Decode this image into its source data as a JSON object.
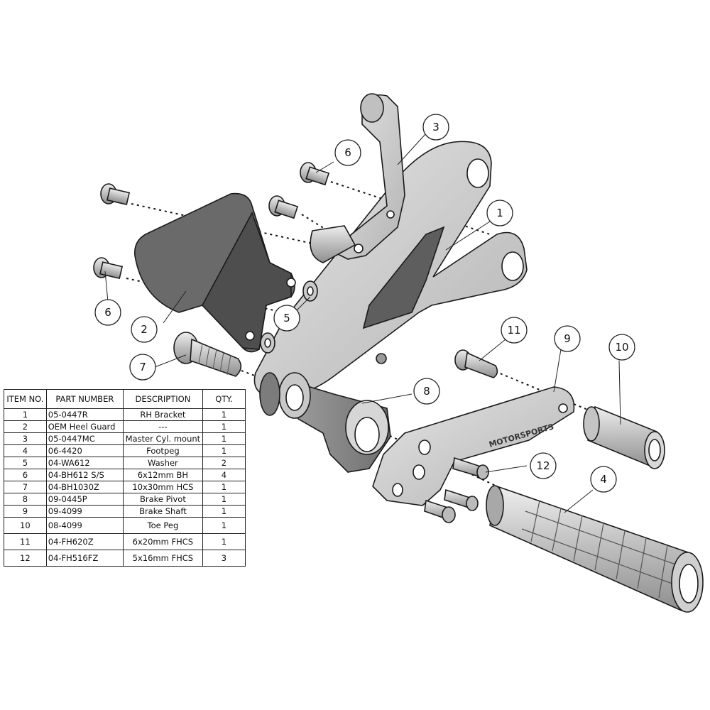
{
  "bom": {
    "headers": [
      "ITEM NO.",
      "PART NUMBER",
      "DESCRIPTION",
      "QTY."
    ],
    "rows": [
      {
        "item": "1",
        "part": "05-0447R",
        "desc": "RH Bracket",
        "qty": "1"
      },
      {
        "item": "2",
        "part": "OEM Heel Guard",
        "desc": "---",
        "qty": "1"
      },
      {
        "item": "3",
        "part": "05-0447MC",
        "desc": "Master Cyl. mount",
        "qty": "1"
      },
      {
        "item": "4",
        "part": "06-4420",
        "desc": "Footpeg",
        "qty": "1"
      },
      {
        "item": "5",
        "part": "04-WA612",
        "desc": "Washer",
        "qty": "2"
      },
      {
        "item": "6",
        "part": "04-BH612 S/S",
        "desc": "6x12mm BH",
        "qty": "4"
      },
      {
        "item": "7",
        "part": "04-BH1030Z",
        "desc": "10x30mm HCS",
        "qty": "1"
      },
      {
        "item": "8",
        "part": "09-0445P",
        "desc": "Brake Pivot",
        "qty": "1"
      },
      {
        "item": "9",
        "part": "09-4099",
        "desc": "Brake Shaft",
        "qty": "1"
      },
      {
        "item": "10",
        "part": "08-4099",
        "desc": "Toe Peg",
        "qty": "1"
      },
      {
        "item": "11",
        "part": "04-FH620Z",
        "desc": "6x20mm FHCS",
        "qty": "1"
      },
      {
        "item": "12",
        "part": "04-FH516FZ",
        "desc": "5x16mm FHCS",
        "qty": "3"
      }
    ]
  },
  "callouts": {
    "c1": "1",
    "c2": "2",
    "c3": "3",
    "c4": "4",
    "c5": "5",
    "c6a": "6",
    "c6b": "6",
    "c7": "7",
    "c8": "8",
    "c9": "9",
    "c10": "10",
    "c11": "11",
    "c12": "12"
  },
  "shaft_logo": "MOTORSPORTS",
  "colors": {
    "part_fill": "#d2d2d2",
    "part_dark": "#8a8a8a",
    "outline": "#1a1a1a"
  }
}
